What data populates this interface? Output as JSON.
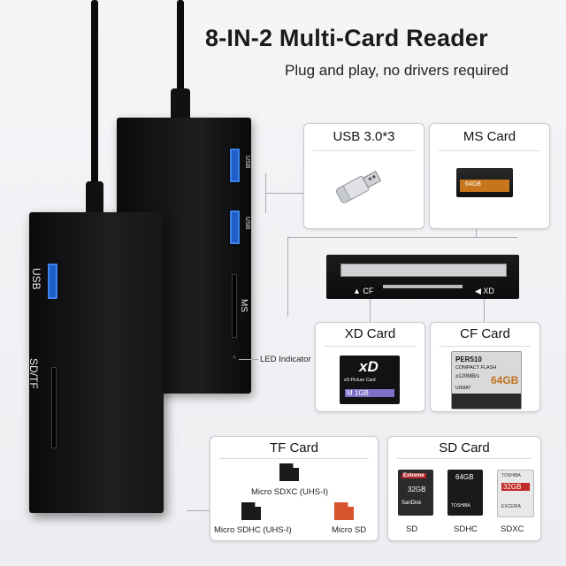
{
  "header": {
    "title": "8-IN-2 Multi-Card Reader",
    "subtitle": "Plug and play, no drivers required"
  },
  "device": {
    "usb_label": "USB",
    "sdtf_label": "SD/TF",
    "ms_label": "MS",
    "usb_small_1": "USB",
    "usb_small_2": "USB",
    "led_label": "LED Indicator"
  },
  "panels": {
    "usb": {
      "title": "USB 3.0*3"
    },
    "ms": {
      "title": "MS Card",
      "card_text": "64GB"
    },
    "reader": {
      "cf_label": "CF",
      "xd_label": "XD"
    },
    "xd": {
      "title": "XD Card",
      "card_logo": "xD",
      "card_sub": "xD-Picture Card",
      "card_cap": "M 1GB"
    },
    "cf": {
      "title": "CF Card",
      "card_model": "PER510",
      "card_line1": "COMPACT FLASH",
      "card_line2": "≥120MB/s",
      "card_cap": "64GB",
      "card_brand": "UDMAT"
    },
    "tf": {
      "title": "TF Card",
      "items": [
        "Micro SDXC (UHS-I)",
        "Micro SDHC (UHS-I)",
        "Micro SD"
      ]
    },
    "sd": {
      "title": "SD Card",
      "items": [
        "SD",
        "SDHC",
        "SDXC"
      ],
      "card1_brand": "SanDisk",
      "card1_top": "Extreme",
      "card1_cap": "32GB",
      "card2_cap": "64GB",
      "card2_brand": "TOSHIBA",
      "card3_brand": "TOSHIBA",
      "card3_cap": "32GB",
      "card3_sub": "EXCERIA"
    }
  }
}
